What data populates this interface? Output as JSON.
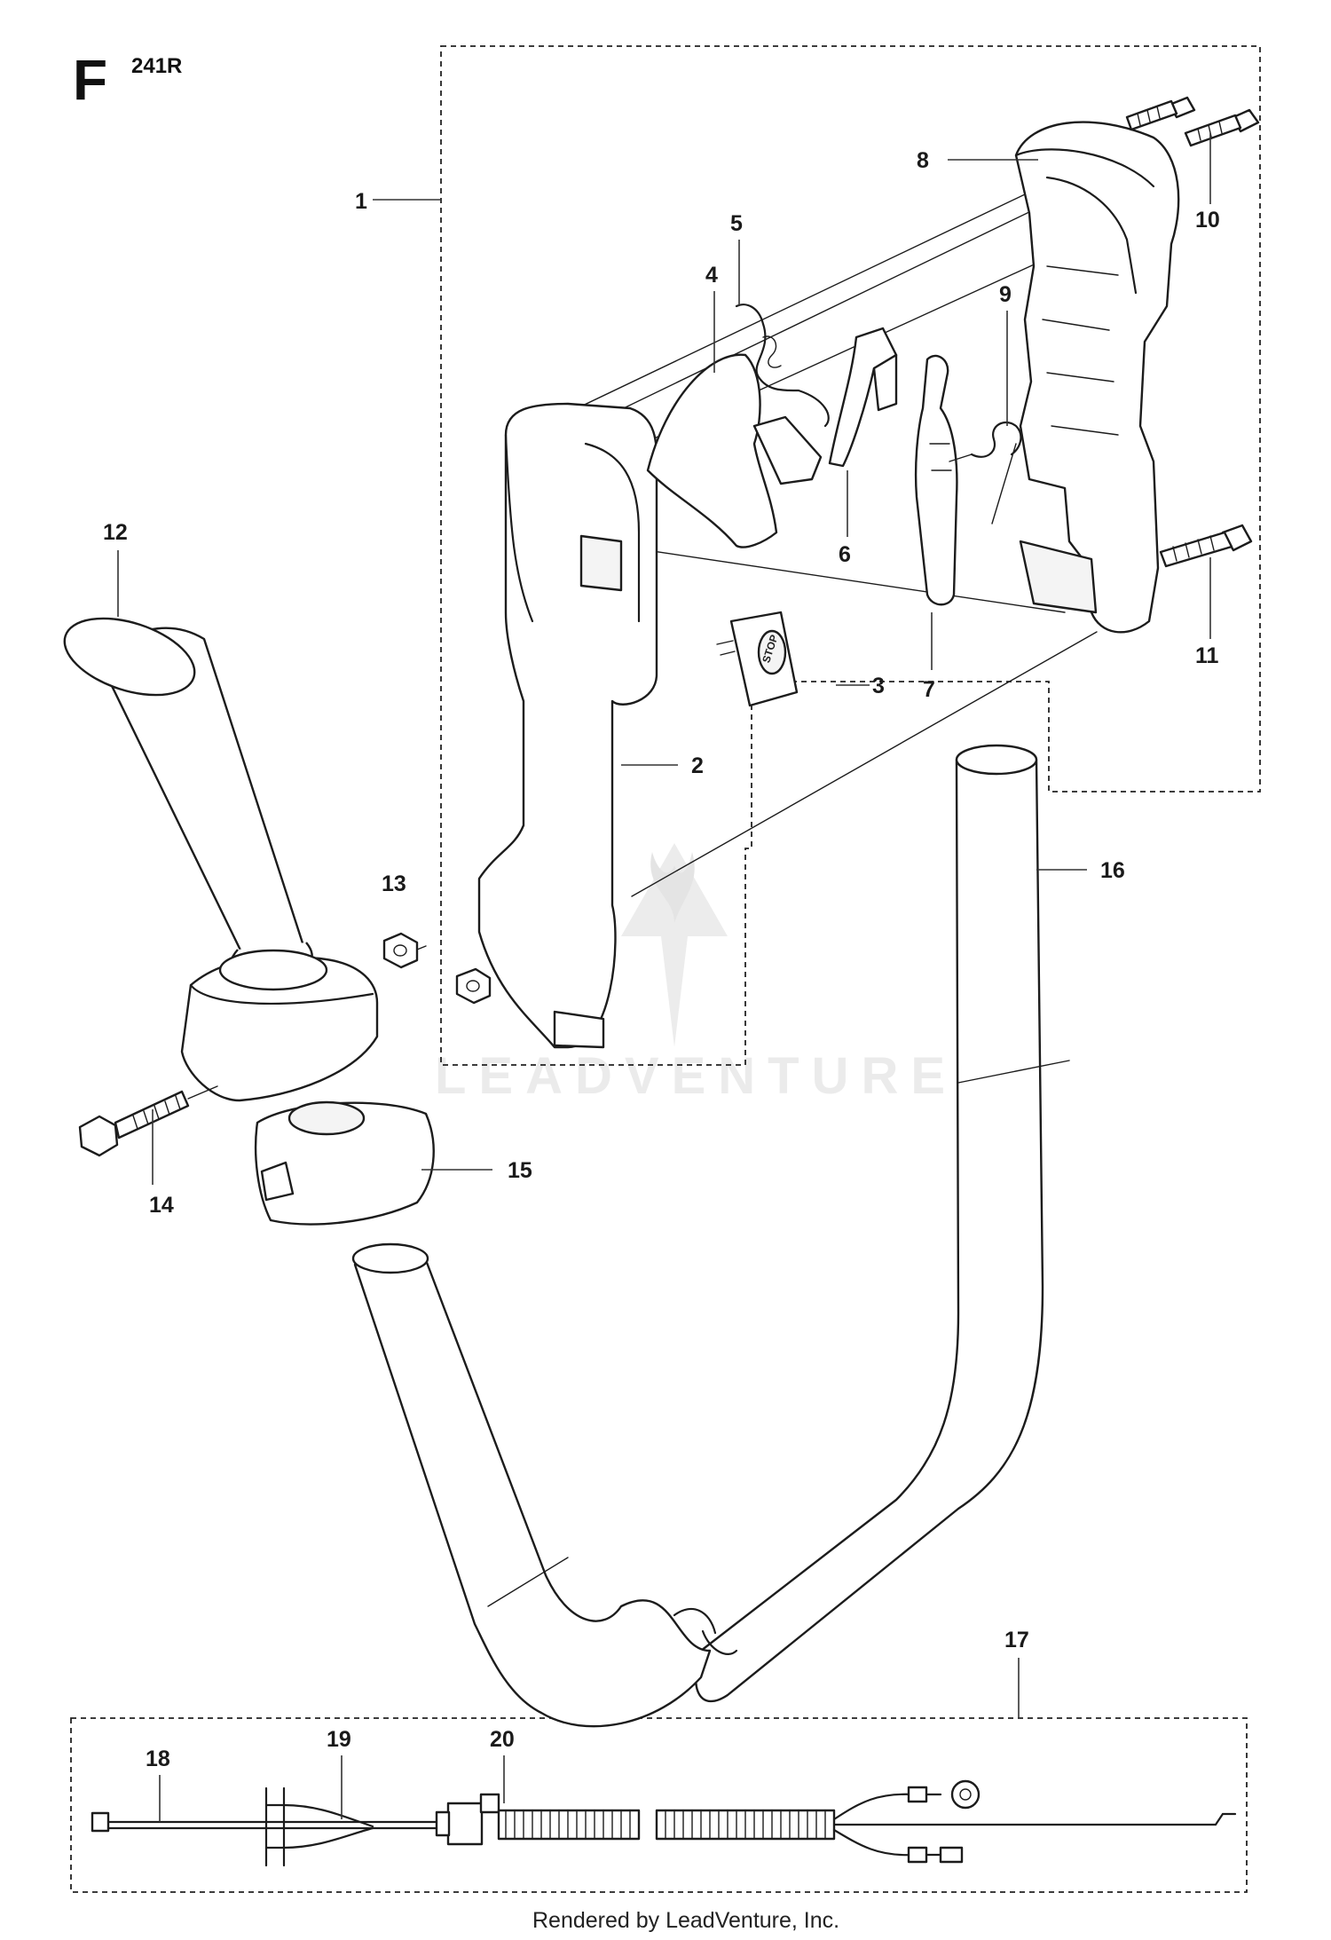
{
  "page": {
    "section_letter": "F",
    "model": "241R",
    "watermark": "LEADVENTURE",
    "footer": "Rendered by LeadVenture, Inc."
  },
  "callouts": [
    {
      "id": "1",
      "label": "1"
    },
    {
      "id": "2",
      "label": "2"
    },
    {
      "id": "3",
      "label": "3"
    },
    {
      "id": "4",
      "label": "4"
    },
    {
      "id": "5",
      "label": "5"
    },
    {
      "id": "6",
      "label": "6"
    },
    {
      "id": "7",
      "label": "7"
    },
    {
      "id": "8",
      "label": "8"
    },
    {
      "id": "9",
      "label": "9"
    },
    {
      "id": "10",
      "label": "10"
    },
    {
      "id": "11",
      "label": "11"
    },
    {
      "id": "12",
      "label": "12"
    },
    {
      "id": "13",
      "label": "13"
    },
    {
      "id": "14",
      "label": "14"
    },
    {
      "id": "15",
      "label": "15"
    },
    {
      "id": "16",
      "label": "16"
    },
    {
      "id": "17",
      "label": "17"
    },
    {
      "id": "18",
      "label": "18"
    },
    {
      "id": "19",
      "label": "19"
    },
    {
      "id": "20",
      "label": "20"
    }
  ],
  "stop_switch_text": "STOP"
}
